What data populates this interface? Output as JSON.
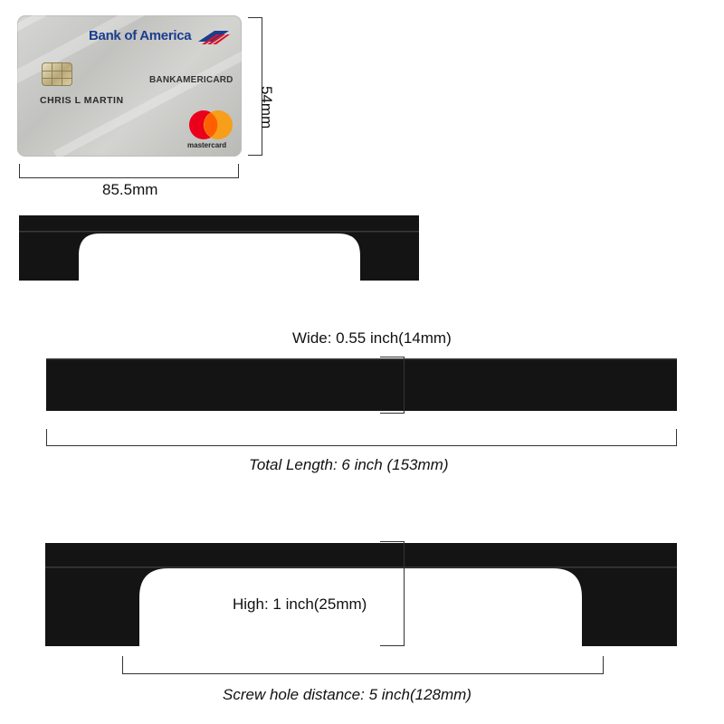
{
  "card": {
    "bank_name": "Bank of America",
    "product": "BANKAMERICARD",
    "holder": "CHRIS L MARTIN",
    "network": "mastercard",
    "width_label": "85.5mm",
    "height_label": "54mm"
  },
  "dimensions": {
    "wide_label": "Wide: 0.55 inch(14mm)",
    "total_length_label": "Total Length: 6 inch (153mm)",
    "high_label": "High: 1 inch(25mm)",
    "screw_hole_label": "Screw hole distance: 5 inch(128mm)"
  },
  "colors": {
    "handle": "#141414",
    "bank_blue": "#1b3d8f",
    "bank_red": "#d7132a",
    "mc_red": "#eb001b",
    "mc_orange": "#f79e1b"
  }
}
